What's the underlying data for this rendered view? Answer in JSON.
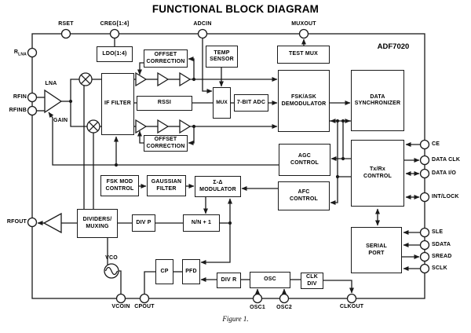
{
  "title": "FUNCTIONAL BLOCK DIAGRAM",
  "caption": "Figure 1.",
  "chip_name": "ADF7020",
  "blocks": {
    "ldo": {
      "label": "LDO(1:4)"
    },
    "offset_correction_top": {
      "label": "OFFSET\nCORRECTION"
    },
    "temp_sensor": {
      "label": "TEMP\nSENSOR"
    },
    "test_mux": {
      "label": "TEST MUX"
    },
    "if_filter": {
      "label": "IF FILTER"
    },
    "rssi": {
      "label": "RSSI"
    },
    "mux": {
      "label": "MUX"
    },
    "adc": {
      "label": "7-BIT ADC"
    },
    "fsk_ask_demodulator": {
      "label": "FSK/ASK\nDEMODULATOR"
    },
    "data_synchronizer": {
      "label": "DATA\nSYNCHRONIZER"
    },
    "agc_control": {
      "label": "AGC\nCONTROL"
    },
    "afc_control": {
      "label": "AFC\nCONTROL"
    },
    "txrx_control": {
      "label": "Tx/Rx\nCONTROL"
    },
    "serial_port": {
      "label": "SERIAL\nPORT"
    },
    "offset_correction_bottom": {
      "label": "OFFSET\nCORRECTION"
    },
    "fsk_mod_control": {
      "label": "FSK MOD\nCONTROL"
    },
    "gaussian_filter": {
      "label": "GAUSSIAN\nFILTER"
    },
    "sigma_delta_modulator": {
      "label": "Σ-Δ\nMODULATOR"
    },
    "dividers_muxing": {
      "label": "DIVIDERS/\nMUXING"
    },
    "div_p": {
      "label": "DIV P"
    },
    "n_n1": {
      "label": "N/N + 1"
    },
    "cp": {
      "label": "CP"
    },
    "pfd": {
      "label": "PFD"
    },
    "div_r": {
      "label": "DIV R"
    },
    "osc": {
      "label": "OSC"
    },
    "clk_div": {
      "label": "CLK\nDIV"
    }
  },
  "inline_labels": {
    "lna": "LNA",
    "gain": "GAIN",
    "vco": "VCO"
  },
  "pins": {
    "rset": "RSET",
    "creg": "CREG[1:4]",
    "adcin": "ADCIN",
    "muxout": "MUXOUT",
    "rlna_main": "R",
    "rlna_sub": "LNA",
    "rfin": "RFIN",
    "rfinb": "RFINB",
    "rfout": "RFOUT",
    "vcoin": "VCOIN",
    "cpout": "CPOUT",
    "osc1": "OSC1",
    "osc2": "OSC2",
    "clkout": "CLKOUT",
    "ce": "CE",
    "data_clk": "DATA CLK",
    "data_io": "DATA I/O",
    "int_lock": "INT/LOCK",
    "sle": "SLE",
    "sdata": "SDATA",
    "sread": "SREAD",
    "sclk": "SCLK"
  },
  "colors": {
    "line": "#1a1a1a",
    "background": "#ffffff",
    "text": "#000000"
  }
}
